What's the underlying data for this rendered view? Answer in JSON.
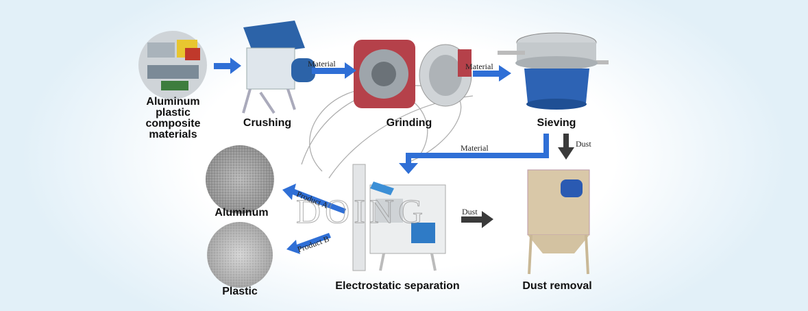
{
  "steps": {
    "raw": "Aluminum plastic composite materials",
    "crushing": "Crushing",
    "grinding": "Grinding",
    "sieving": "Sieving",
    "separation": "Electrostatic separation",
    "dust_removal": "Dust removal",
    "aluminum": "Aluminum",
    "plastic": "Plastic"
  },
  "arrows": {
    "material_1": "Material",
    "material_2": "Material",
    "material_3": "Material",
    "dust_1": "Dust",
    "dust_2": "Dust",
    "product_a": "Product A",
    "product_b": "Product B"
  },
  "watermark": "DOING",
  "colors": {
    "flow_arrow": "#2f6fd6",
    "dust_arrow": "#3a3a3a"
  }
}
